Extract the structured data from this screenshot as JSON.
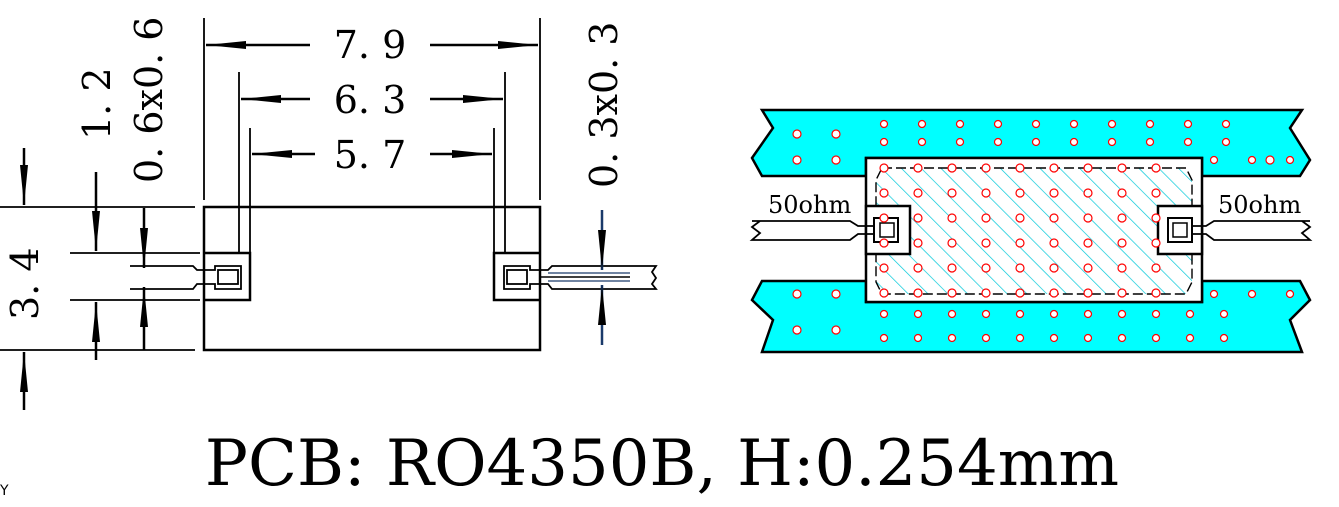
{
  "left_view": {
    "dim_overall_width": "7. 9",
    "dim_mid_width": "6. 3",
    "dim_inner_width": "5. 7",
    "dim_pad_length": "1. 2",
    "dim_pad_size": "0. 6x0. 6",
    "dim_height": "3. 4",
    "dim_wire_size": "0. 3x0. 3"
  },
  "right_view": {
    "left_port_label": "50ohm",
    "right_port_label": "50ohm",
    "colors": {
      "ground_plane": "#00ffff",
      "via_fill": "#ffffff",
      "via_stroke": "#ff0000",
      "hatch": "#00c8d8"
    }
  },
  "caption": "PCB: RO4350B, H:0.254mm",
  "corner_axis_label": "Y"
}
